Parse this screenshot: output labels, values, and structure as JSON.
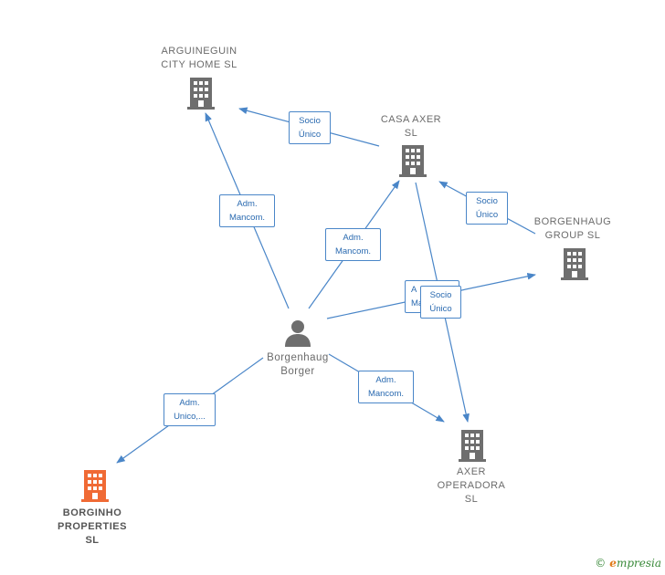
{
  "nodes": {
    "arguineguin": {
      "label": "ARGUINEGUIN\nCITY HOME  SL",
      "icon": "building-icon"
    },
    "casa_axer": {
      "label": "CASA AXER\nSL",
      "icon": "building-icon"
    },
    "borgenhaug_group": {
      "label": "BORGENHAUG\nGROUP  SL",
      "icon": "building-icon"
    },
    "borgenhaug_borger": {
      "label": "Borgenhaug\nBorger",
      "icon": "person-icon"
    },
    "axer_operadora": {
      "label": "AXER\nOPERADORA\nSL",
      "icon": "building-icon"
    },
    "borginho": {
      "label": "BORGINHO\nPROPERTIES\nSL",
      "icon": "building-icon"
    }
  },
  "edges": {
    "socio_unico_1": "Socio\nÚnico",
    "adm_mancom_1": "Adm.\nMancom.",
    "adm_mancom_2": "Adm.\nMancom.",
    "socio_unico_2": "Socio\nÚnico",
    "adm_mancom_3_partial": "A\nMa",
    "socio_unico_3": "Socio\nÚnico",
    "adm_mancom_4": "Adm.\nMancom.",
    "adm_unico": "Adm.\nUnico,..."
  },
  "colors": {
    "edge": "#4a86c8",
    "building_gray": "#6e6e6e",
    "building_orange": "#f06a35"
  },
  "footer": {
    "copyright": "©",
    "brand_initial": "e",
    "brand_rest": "mpresia"
  }
}
